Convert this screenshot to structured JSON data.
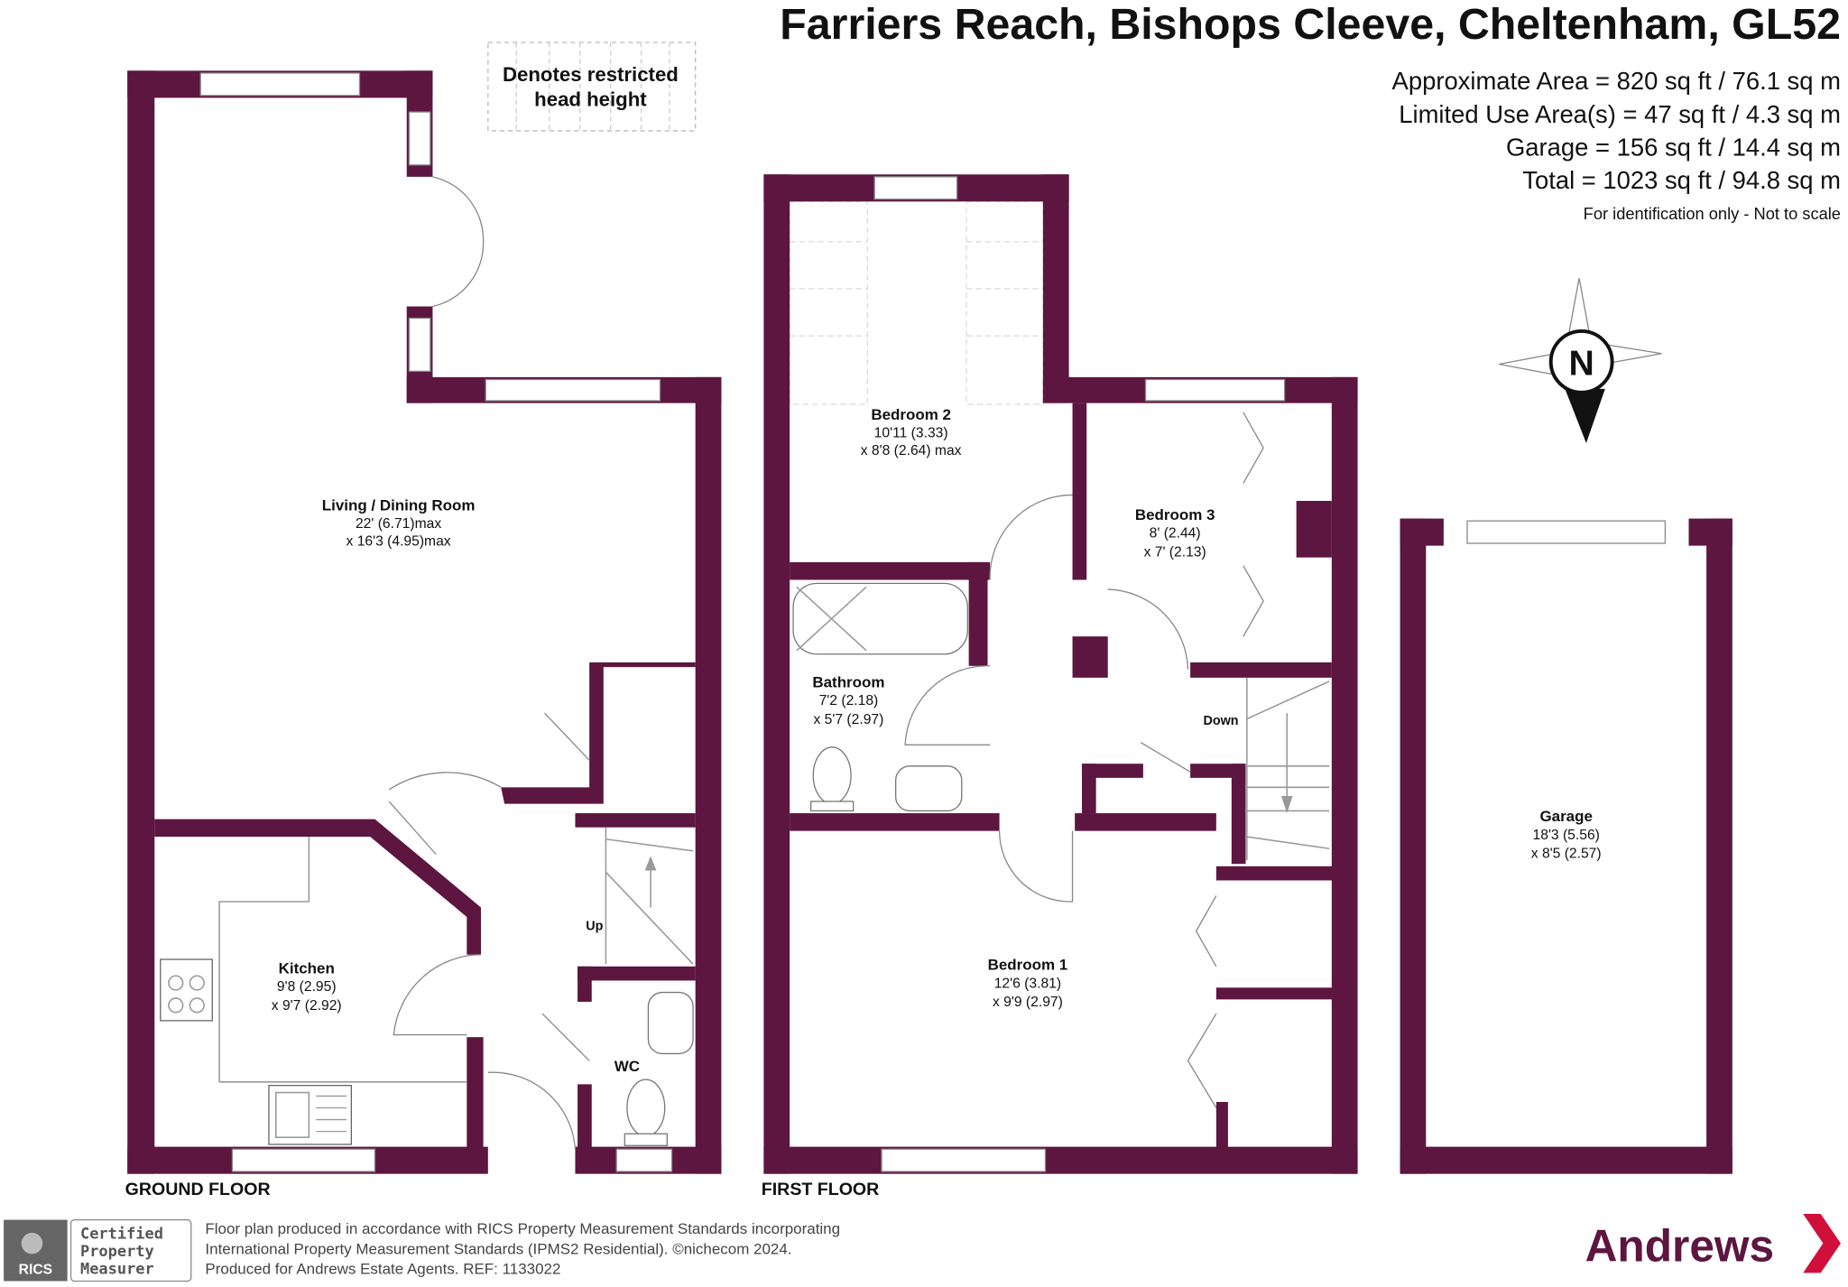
{
  "title": "Farriers Reach, Bishops Cleeve, Cheltenham, GL52",
  "areas": [
    "Approximate Area = 820 sq ft / 76.1 sq m",
    "Limited Use Area(s) = 47 sq ft / 4.3 sq m",
    "Garage  = 156 sq ft / 14.4 sq m",
    "Total = 1023 sq ft / 94.8 sq m"
  ],
  "disclaimer": "For identification only - Not to scale",
  "legend": {
    "line1": "Denotes restricted",
    "line2": "head height"
  },
  "compass": "N",
  "floors": {
    "ground": "GROUND FLOOR",
    "first": "FIRST FLOOR"
  },
  "rooms": {
    "living": {
      "name": "Living / Dining Room",
      "d1": "22' (6.71)max",
      "d2": "x 16'3 (4.95)max"
    },
    "kitchen": {
      "name": "Kitchen",
      "d1": "9'8 (2.95)",
      "d2": "x 9'7 (2.92)"
    },
    "wc": {
      "name": "WC"
    },
    "bed2": {
      "name": "Bedroom 2",
      "d1": "10'11 (3.33)",
      "d2": "x 8'8 (2.64) max"
    },
    "bed3": {
      "name": "Bedroom 3",
      "d1": "8' (2.44)",
      "d2": "x 7' (2.13)"
    },
    "bath": {
      "name": "Bathroom",
      "d1": "7'2 (2.18)",
      "d2": "x 5'7 (2.97)"
    },
    "bed1": {
      "name": "Bedroom 1",
      "d1": "12'6 (3.81)",
      "d2": "x 9'9 (2.97)"
    },
    "garage": {
      "name": "Garage",
      "d1": "18'3 (5.56)",
      "d2": "x 8'5 (2.57)"
    }
  },
  "stairs": {
    "up": "Up",
    "down": "Down"
  },
  "footer": {
    "rics": "RICS",
    "badge": [
      "Certified",
      "Property",
      "Measurer"
    ],
    "lines": [
      "Floor plan produced in accordance with RICS Property Measurement Standards incorporating",
      "International Property Measurement Standards (IPMS2 Residential).   ©nichecom 2024.",
      "Produced for Andrews Estate Agents.   REF:  1133022"
    ],
    "brand": "Andrews"
  },
  "colors": {
    "wall": "#5c1640",
    "brand": "#d0103a"
  }
}
